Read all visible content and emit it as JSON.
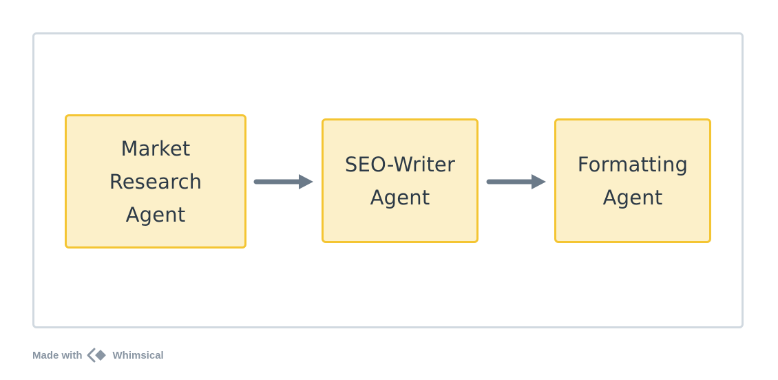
{
  "nodes": [
    {
      "id": "market",
      "label": "Market\nResearch\nAgent"
    },
    {
      "id": "seo",
      "label": "SEO-Writer\nAgent"
    },
    {
      "id": "format",
      "label": "Formatting\nAgent"
    }
  ],
  "edges": [
    {
      "from": "market",
      "to": "seo"
    },
    {
      "from": "seo",
      "to": "format"
    }
  ],
  "footer": {
    "made_with": "Made with",
    "brand": "Whimsical",
    "logo_icon": "whimsical-logo-icon"
  },
  "colors": {
    "node_fill": "#fcf0c9",
    "node_border": "#f4c533",
    "arrow": "#6b7a89",
    "frame_border": "#d1d9e0"
  }
}
